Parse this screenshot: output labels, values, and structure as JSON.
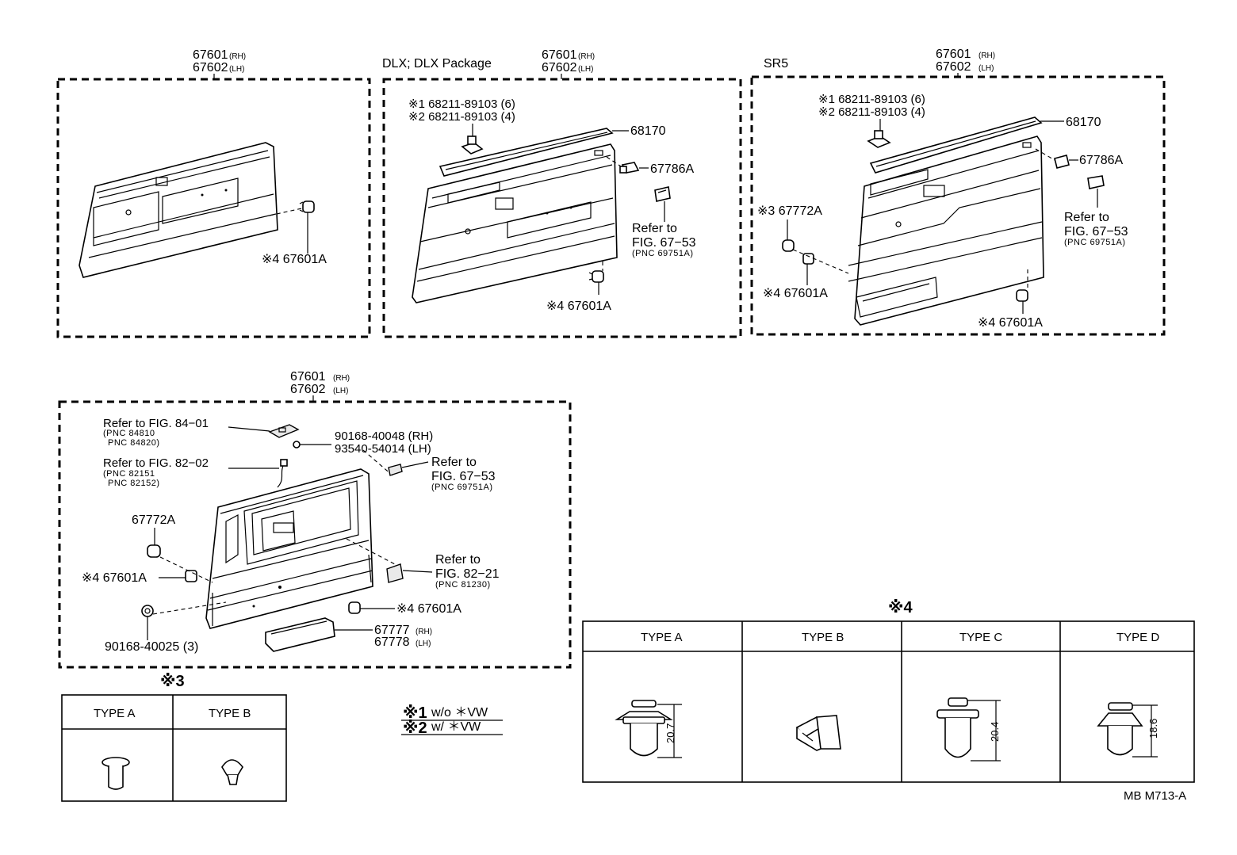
{
  "panel1": {
    "part_rh": "67601",
    "rh": "(RH)",
    "part_lh": "67602",
    "lh": "(LH)",
    "clip_label": "※4 67601A"
  },
  "panel2": {
    "variant": "DLX; DLX Package",
    "part_rh": "67601",
    "rh": "(RH)",
    "part_lh": "67602",
    "lh": "(LH)",
    "note1": "※1  68211-89103 (6)",
    "note2": "※2  68211-89103 (4)",
    "weatherstrip": "68170",
    "clip_a": "67786A",
    "refer_a": "Refer to",
    "refer_b": "FIG. 67−53",
    "refer_pnc": "(PNC 69751A)",
    "clip_label": "※4 67601A"
  },
  "panel3": {
    "variant": "SR5",
    "part_rh": "67601",
    "rh": "(RH)",
    "part_lh": "67602",
    "lh": "(LH)",
    "note1": "※1  68211-89103 (6)",
    "note2": "※2  68211-89103 (4)",
    "weatherstrip": "68170",
    "clip_a": "67786A",
    "refer_a": "Refer to",
    "refer_b": "FIG. 67−53",
    "refer_pnc": "(PNC 69751A)",
    "clip3": "※3 67772A",
    "clip4_left": "※4 67601A",
    "clip4_bottom": "※4  67601A"
  },
  "panel4": {
    "part_rh": "67601",
    "rh": "(RH)",
    "part_lh": "67602",
    "lh": "(LH)",
    "ref1_a": "Refer to FIG. 84−01",
    "ref1_pnc1": "(PNC 84810",
    "ref1_pnc2": "PNC 84820)",
    "screw_rh": "90168-40048 (RH)",
    "screw_lh": "93540-54014 (LH)",
    "ref2_a": "Refer to FIG. 82−02",
    "ref2_pnc1": "(PNC 82151",
    "ref2_pnc2": "PNC 82152)",
    "ref3_a": "Refer to",
    "ref3_b": "FIG. 67−53",
    "ref3_pnc": "(PNC 69751A)",
    "clip_67772": "67772A",
    "clip_left": "※4  67601A",
    "ref4_a": "Refer to",
    "ref4_b": "FIG. 82−21",
    "ref4_pnc": "(PNC 81230)",
    "clip_right": "※4  67601A",
    "screw_bottom": "90168-40025 (3)",
    "armrest_rh": "67777",
    "armrest_lh": "67778"
  },
  "legend": {
    "n1_mark": "※1",
    "n1_text": "w/o  ＊VW",
    "n2_mark": "※2",
    "n2_text": "w/   ＊VW"
  },
  "table3": {
    "title": "※3",
    "headers": [
      "TYPE A",
      "TYPE B"
    ]
  },
  "table4": {
    "title": "※4",
    "headers": [
      "TYPE A",
      "TYPE B",
      "TYPE C",
      "TYPE D"
    ],
    "dims": [
      "20.7",
      "20.4",
      "18.6"
    ]
  },
  "footer": {
    "code": "MB M713-A"
  }
}
